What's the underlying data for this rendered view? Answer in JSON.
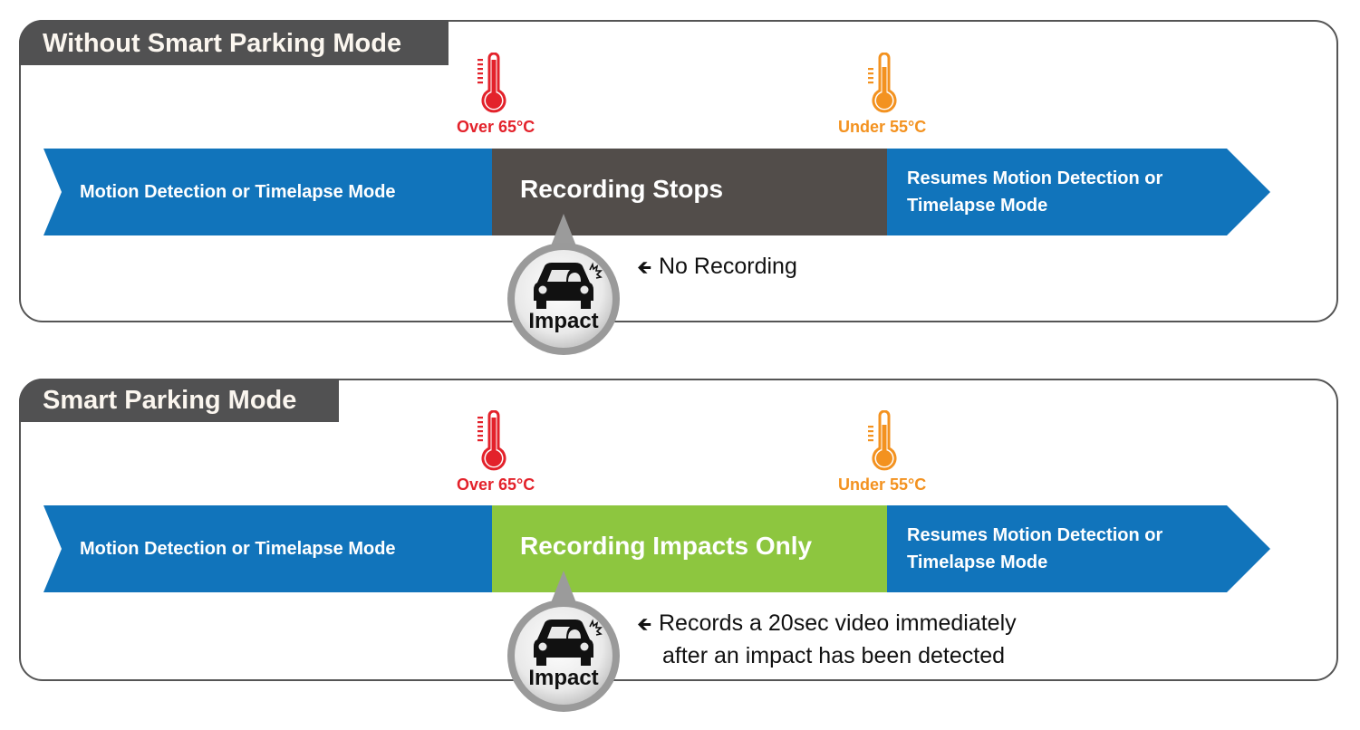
{
  "colors": {
    "panel_border": "#555555",
    "tab_bg": "#515152",
    "tab_text": "#fbf6ef",
    "mode_blue": "#1174bb",
    "stop_dark": "#524d4a",
    "impacts_green": "#8dc63f",
    "hot_red": "#e3222b",
    "cool_orange": "#f39220"
  },
  "panels": [
    {
      "title": "Without Smart Parking Mode",
      "thermo_hot": {
        "icon": "thermometer-hot-icon",
        "label": "Over 65°C"
      },
      "thermo_cool": {
        "icon": "thermometer-cool-icon",
        "label": "Under 55°C"
      },
      "timeline": {
        "left": "Motion Detection or Timelapse Mode",
        "middle": "Recording Stops",
        "middle_color": "#524d4a",
        "right_line1": "Resumes Motion Detection or",
        "right_line2": "Timelapse Mode"
      },
      "impact": {
        "icon": "car-impact-icon",
        "label": "Impact"
      },
      "note": {
        "arrow": "🡸",
        "line1": "No Recording",
        "line2": ""
      }
    },
    {
      "title": "Smart Parking Mode",
      "thermo_hot": {
        "icon": "thermometer-hot-icon",
        "label": "Over 65°C"
      },
      "thermo_cool": {
        "icon": "thermometer-cool-icon",
        "label": "Under 55°C"
      },
      "timeline": {
        "left": "Motion Detection or Timelapse Mode",
        "middle": "Recording Impacts Only",
        "middle_color": "#8dc63f",
        "right_line1": "Resumes Motion Detection or",
        "right_line2": "Timelapse Mode"
      },
      "impact": {
        "icon": "car-impact-icon",
        "label": "Impact"
      },
      "note": {
        "arrow": "🡸",
        "line1": "Records a 20sec video immediately",
        "line2": "after an impact has been detected"
      }
    }
  ]
}
